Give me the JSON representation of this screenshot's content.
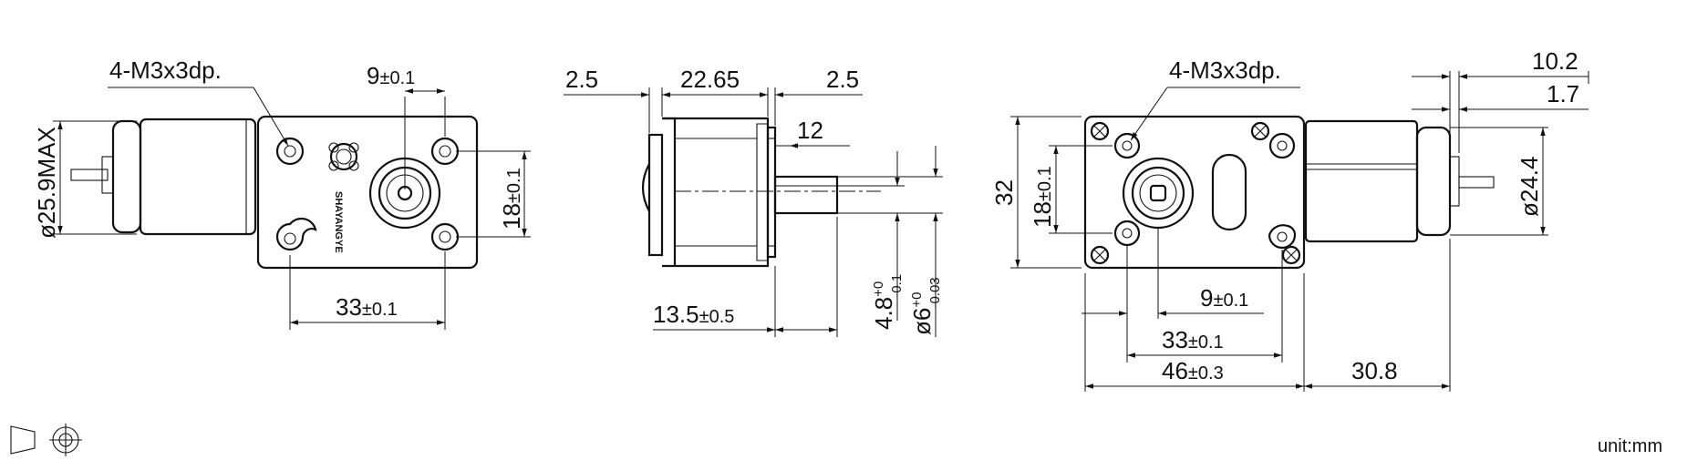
{
  "drawing": {
    "front": {
      "thread_label": "4-M3x3dp.",
      "hole_pitch_x": "9",
      "hole_pitch_x_tol": "±0.1",
      "mount_pitch": "33",
      "mount_pitch_tol": "±0.1",
      "height_pitch": "18",
      "height_pitch_tol": "±0.1",
      "motor_dia": "ø25.9MAX",
      "brand_text": "SHAYANGYE"
    },
    "side": {
      "dim_left": "2.5",
      "dim_body": "22.65",
      "dim_right": "2.5",
      "dim_shaft_len": "12",
      "dim_bottom": "13.5",
      "dim_bottom_tol": "±0.5",
      "shaft_flat": "4.8",
      "shaft_flat_tol_up": "+0",
      "shaft_flat_tol_dn": "-0.1",
      "shaft_dia": "ø6",
      "shaft_dia_tol_up": "+0",
      "shaft_dia_tol_dn": "-0.03"
    },
    "back": {
      "thread_label": "4-M3x3dp.",
      "dim_top1": "10.2",
      "dim_top2": "1.7",
      "dim_height": "32",
      "dim_height_inner": "18",
      "dim_height_inner_tol": "±0.1",
      "dim_motor_dia": "ø24.4",
      "dim_9": "9",
      "dim_9_tol": "±0.1",
      "dim_33": "33",
      "dim_33_tol": "±0.1",
      "dim_46": "46",
      "dim_46_tol": "±0.3",
      "dim_motor_len": "30.8"
    },
    "unit": "unit:mm"
  }
}
